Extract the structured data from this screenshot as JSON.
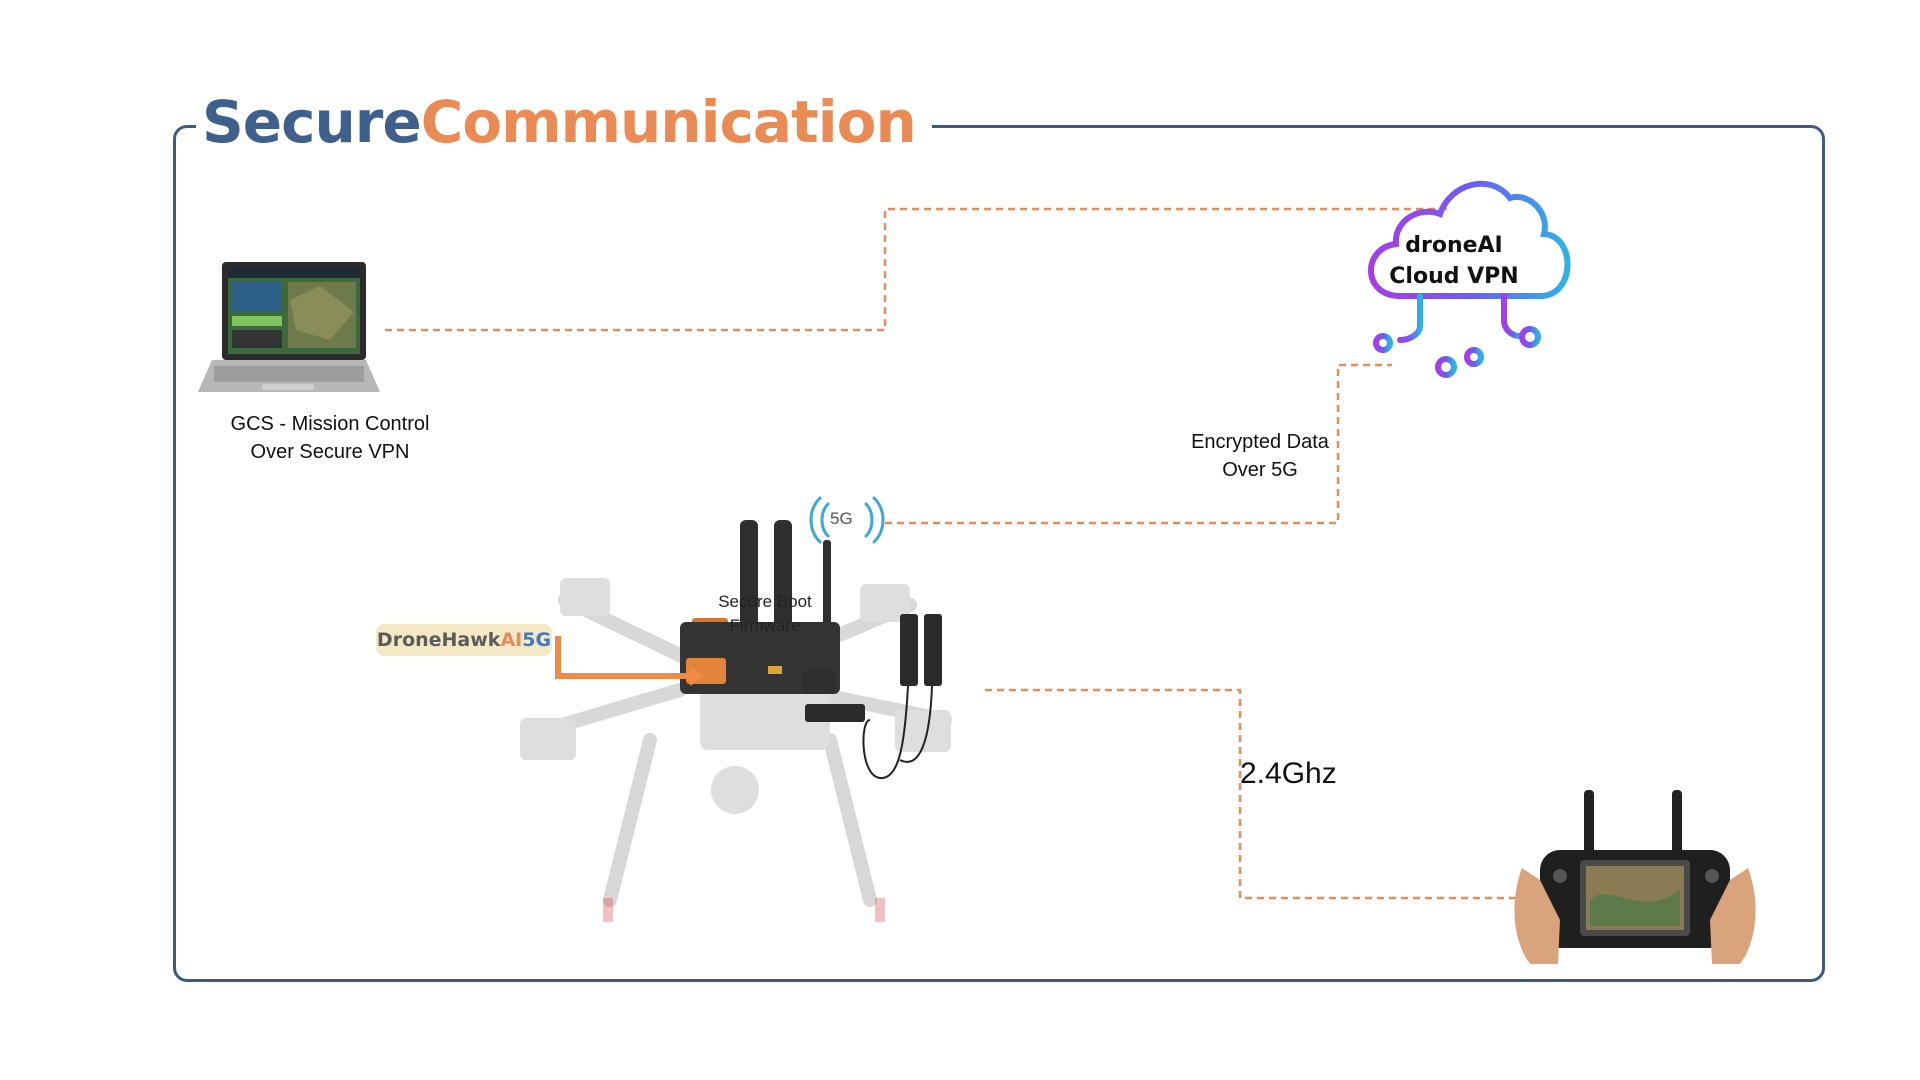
{
  "title": {
    "part1": "Secure",
    "part2": "Communication"
  },
  "labels": {
    "gcs": "GCS -  Mission Control\nOver Secure VPN",
    "cloud": "droneAI\nCloud VPN",
    "encrypted": "Encrypted Data\nOver 5G",
    "fiveg": "5G",
    "secure_boot": "Secure Boot\nFirmware",
    "badge": {
      "part1": "DroneHawk",
      "part2": "AI",
      "part3": "5G"
    },
    "freq": "2.4Ghz"
  },
  "colors": {
    "frame": "#3d5a80",
    "link": "#ea8a55",
    "title_blue": "#3f5f8c",
    "title_orange": "#ea8a55"
  },
  "icons": [
    "laptop-icon",
    "cloud-vpn-icon",
    "drone-icon",
    "5g-signal-icon",
    "remote-controller-icon"
  ]
}
